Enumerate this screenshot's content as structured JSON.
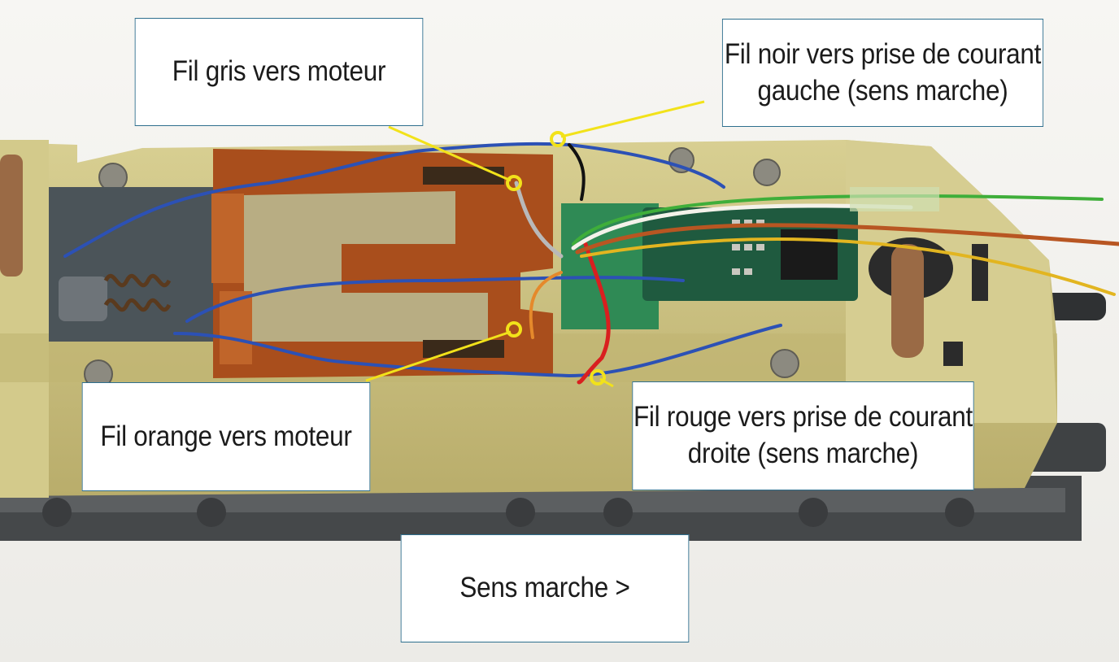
{
  "labels": {
    "grey_wire": "Fil gris vers moteur",
    "black_wire": "Fil noir vers prise de courant\ngauche (sens marche)",
    "orange_wire": "Fil orange vers moteur",
    "red_wire": "Fil rouge vers prise de courant\ndroite (sens marche)",
    "direction": "Sens marche >"
  },
  "colors": {
    "callout": "#f2e21a",
    "label_border": "#2e6f8e",
    "chassis": "#c9bf7e",
    "pcb": "#b0541f",
    "decoder": "#1f5a3f"
  },
  "icons": [
    "locomotive-chassis-photo",
    "decoder-board",
    "motor-spring",
    "callout-dot"
  ]
}
